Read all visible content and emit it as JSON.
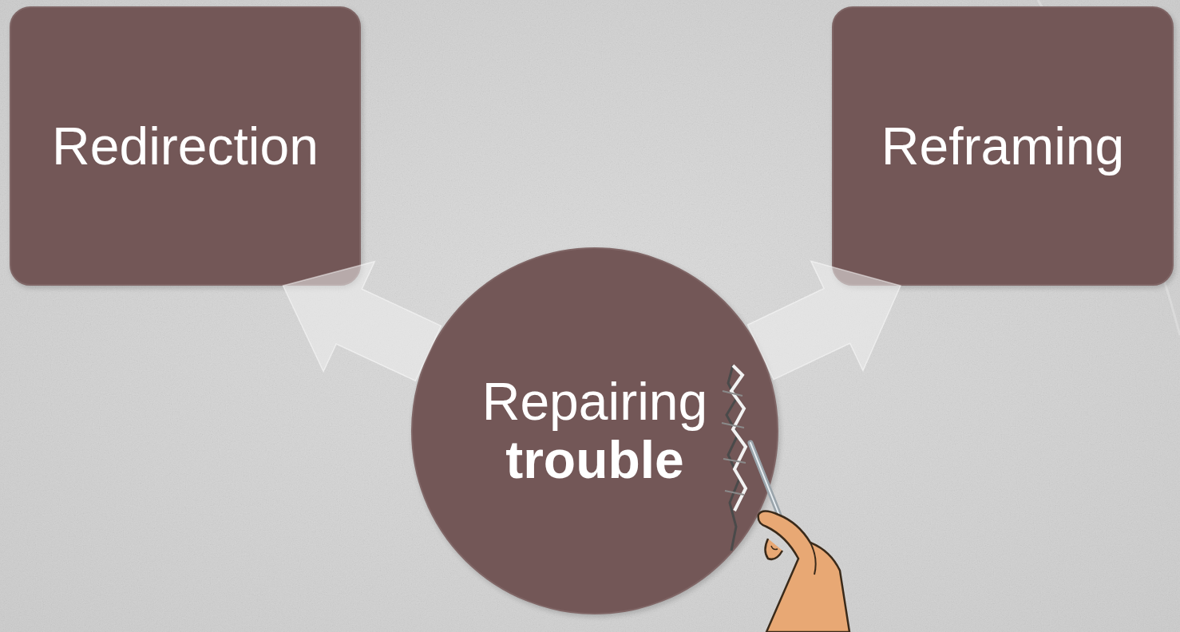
{
  "diagram": {
    "nodes": [
      {
        "text": [
          "Redirection"
        ]
      },
      {
        "text": [
          "Reframing"
        ]
      },
      {
        "text": [
          "Repairing",
          "trouble"
        ]
      }
    ],
    "edges": [
      {
        "from": 2,
        "to": 0,
        "arrow": "to"
      },
      {
        "from": 2,
        "to": 1,
        "arrow": "to"
      }
    ]
  }
}
